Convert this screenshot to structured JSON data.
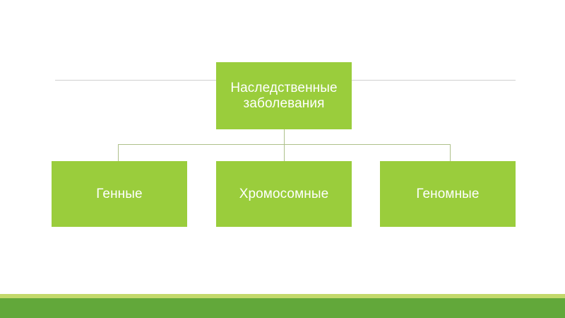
{
  "slide": {
    "background_color": "#ffffff",
    "accent_color": "#9acd3c",
    "band_light_color": "#c3d96b",
    "band_dark_color": "#62a83a",
    "connector_color": "#aec08a",
    "rule_color": "#cfcfcf"
  },
  "diagram": {
    "type": "hierarchy",
    "root": {
      "label": "Наследственные заболевания"
    },
    "children": [
      {
        "label": "Генные"
      },
      {
        "label": "Хромосомные"
      },
      {
        "label": "Геномные"
      }
    ]
  }
}
